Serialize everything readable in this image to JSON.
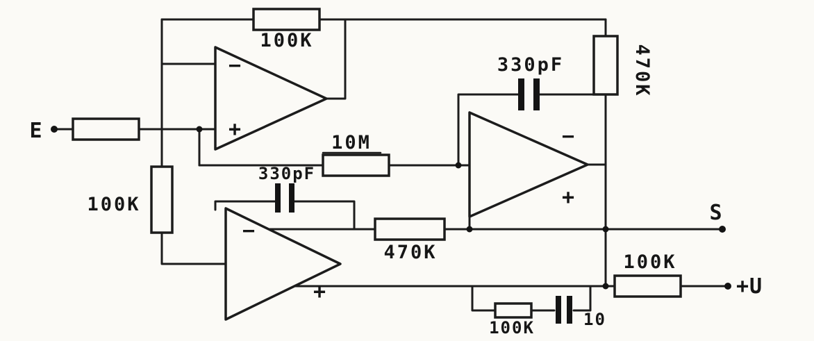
{
  "schematic": {
    "terminals": {
      "input": "E",
      "output": "S",
      "supply": "+U"
    },
    "components": {
      "r_feedback_top": "100K",
      "r_right_vertical": "470K",
      "c_integrator_right": "330pF",
      "r_10m": "10M",
      "c_integrator_left": "330pF",
      "r_left_vertical": "100K",
      "r_mid": "470K",
      "r_supply": "100K",
      "r_bottom": "100K",
      "c_bottom": "10"
    },
    "opamp": {
      "inverting": "−",
      "noninverting": "+"
    },
    "ink_color": "#1c1c1c",
    "paper_color": "#fbfaf6"
  }
}
